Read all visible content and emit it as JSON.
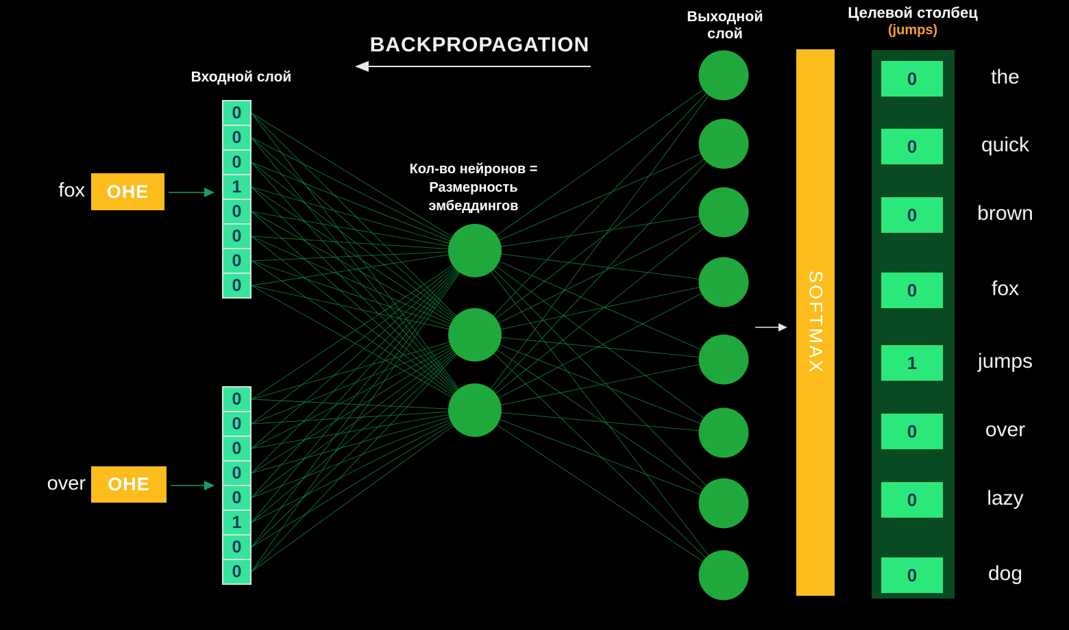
{
  "backpropagation": {
    "label": "BACKPROPAGATION"
  },
  "input_layer": {
    "title": "Входной слой",
    "vectors": [
      {
        "word": "fox",
        "encoder_label": "OHE",
        "values": [
          "0",
          "0",
          "0",
          "1",
          "0",
          "0",
          "0",
          "0"
        ]
      },
      {
        "word": "over",
        "encoder_label": "OHE",
        "values": [
          "0",
          "0",
          "0",
          "0",
          "0",
          "1",
          "0",
          "0"
        ]
      }
    ]
  },
  "hidden_layer": {
    "neuron_count": 3,
    "caption_lines": [
      "Кол-во нейронов =",
      "Размерность",
      "эмбеддингов"
    ]
  },
  "output_layer": {
    "neuron_count": 8,
    "title_lines": [
      "Выходной",
      "слой"
    ]
  },
  "softmax": {
    "label": "SOFTMAX"
  },
  "target_column": {
    "title": "Целевой столбец",
    "subtitle": "(jumps)",
    "rows": [
      {
        "word": "the",
        "value": "0"
      },
      {
        "word": "quick",
        "value": "0"
      },
      {
        "word": "brown",
        "value": "0"
      },
      {
        "word": "fox",
        "value": "0"
      },
      {
        "word": "jumps",
        "value": "1"
      },
      {
        "word": "over",
        "value": "0"
      },
      {
        "word": "lazy",
        "value": "0"
      },
      {
        "word": "dog",
        "value": "0"
      }
    ]
  },
  "colors": {
    "accent_orange": "#fcbd1c",
    "subtitle_orange": "#f0a232",
    "cell_mint": "#36e49c",
    "target_box_green": "#2be87a",
    "node_green": "#1fa93c",
    "edge_green": "#0e7a38",
    "panel_green": "#0a4a22",
    "digit_navy": "#123a5e",
    "arrow_green": "#15a060",
    "text_white": "#f5f5f5"
  }
}
